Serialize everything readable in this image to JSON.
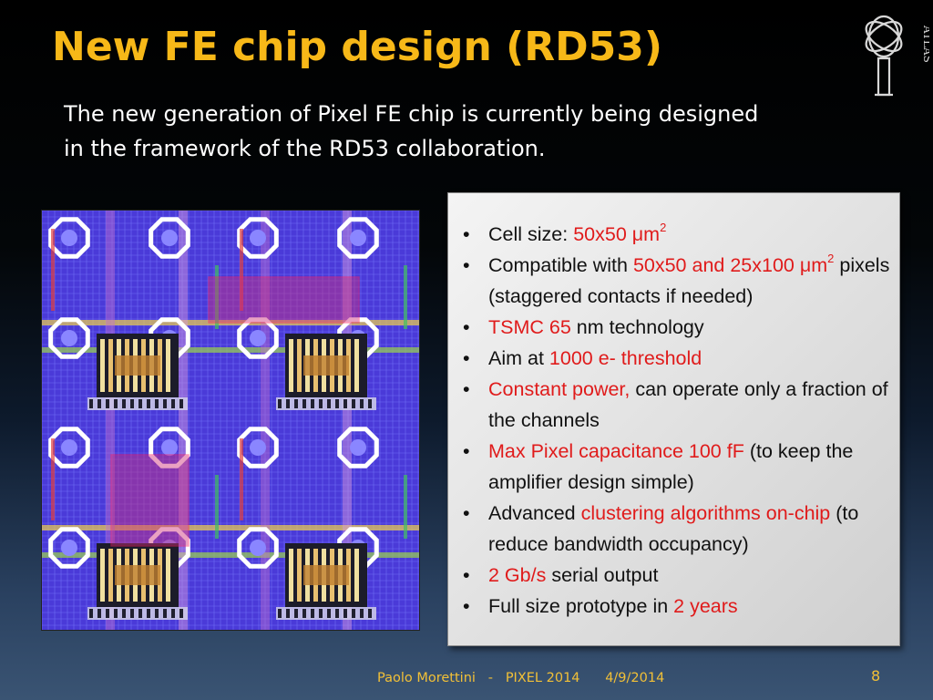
{
  "title": "New FE chip design (RD53)",
  "subtitle": "The new generation of Pixel FE chip is currently being designed in the framework of the RD53 collaboration.",
  "logo": {
    "icon": "atlas-logo-icon",
    "text": "ATLAS"
  },
  "image": {
    "icon": "chip-layout-image"
  },
  "bullets": [
    {
      "parts": [
        {
          "t": "Cell size: "
        },
        {
          "t": "50x50 μm",
          "hl": true
        },
        {
          "t": "2",
          "hl": true,
          "sup": true
        }
      ]
    },
    {
      "parts": [
        {
          "t": "Compatible with "
        },
        {
          "t": "50x50 and 25x100 μm",
          "hl": true
        },
        {
          "t": "2",
          "hl": true,
          "sup": true
        },
        {
          "t": " pixels (staggered contacts if needed)"
        }
      ]
    },
    {
      "parts": [
        {
          "t": " "
        },
        {
          "t": "TSMC 65",
          "hl": true
        },
        {
          "t": " nm technology"
        }
      ]
    },
    {
      "parts": [
        {
          "t": "Aim at "
        },
        {
          "t": "1000 e- threshold",
          "hl": true
        }
      ]
    },
    {
      "parts": [
        {
          "t": " "
        },
        {
          "t": "Constant power,",
          "hl": true
        },
        {
          "t": " can operate only a fraction of the channels"
        }
      ]
    },
    {
      "parts": [
        {
          "t": " "
        },
        {
          "t": "Max Pixel capacitance 100 fF",
          "hl": true
        },
        {
          "t": " (to keep the amplifier design simple)"
        }
      ]
    },
    {
      "parts": [
        {
          "t": "Advanced "
        },
        {
          "t": "clustering algorithms on-chip",
          "hl": true
        },
        {
          "t": " (to reduce bandwidth occupancy)"
        }
      ]
    },
    {
      "parts": [
        {
          "t": " "
        },
        {
          "t": "2 Gb/s",
          "hl": true
        },
        {
          "t": " serial output"
        }
      ]
    },
    {
      "parts": [
        {
          "t": "Full size prototype in "
        },
        {
          "t": "2 years",
          "hl": true
        }
      ]
    }
  ],
  "footer": {
    "author": "Paolo Morettini",
    "sep": "-",
    "event": "PIXEL 2014",
    "date": "4/9/2014"
  },
  "page_number": "8",
  "colors": {
    "title": "#f7b818",
    "highlight": "#e01b1b",
    "footer": "#f2c037",
    "chip_bg": "#4a3ad8"
  }
}
